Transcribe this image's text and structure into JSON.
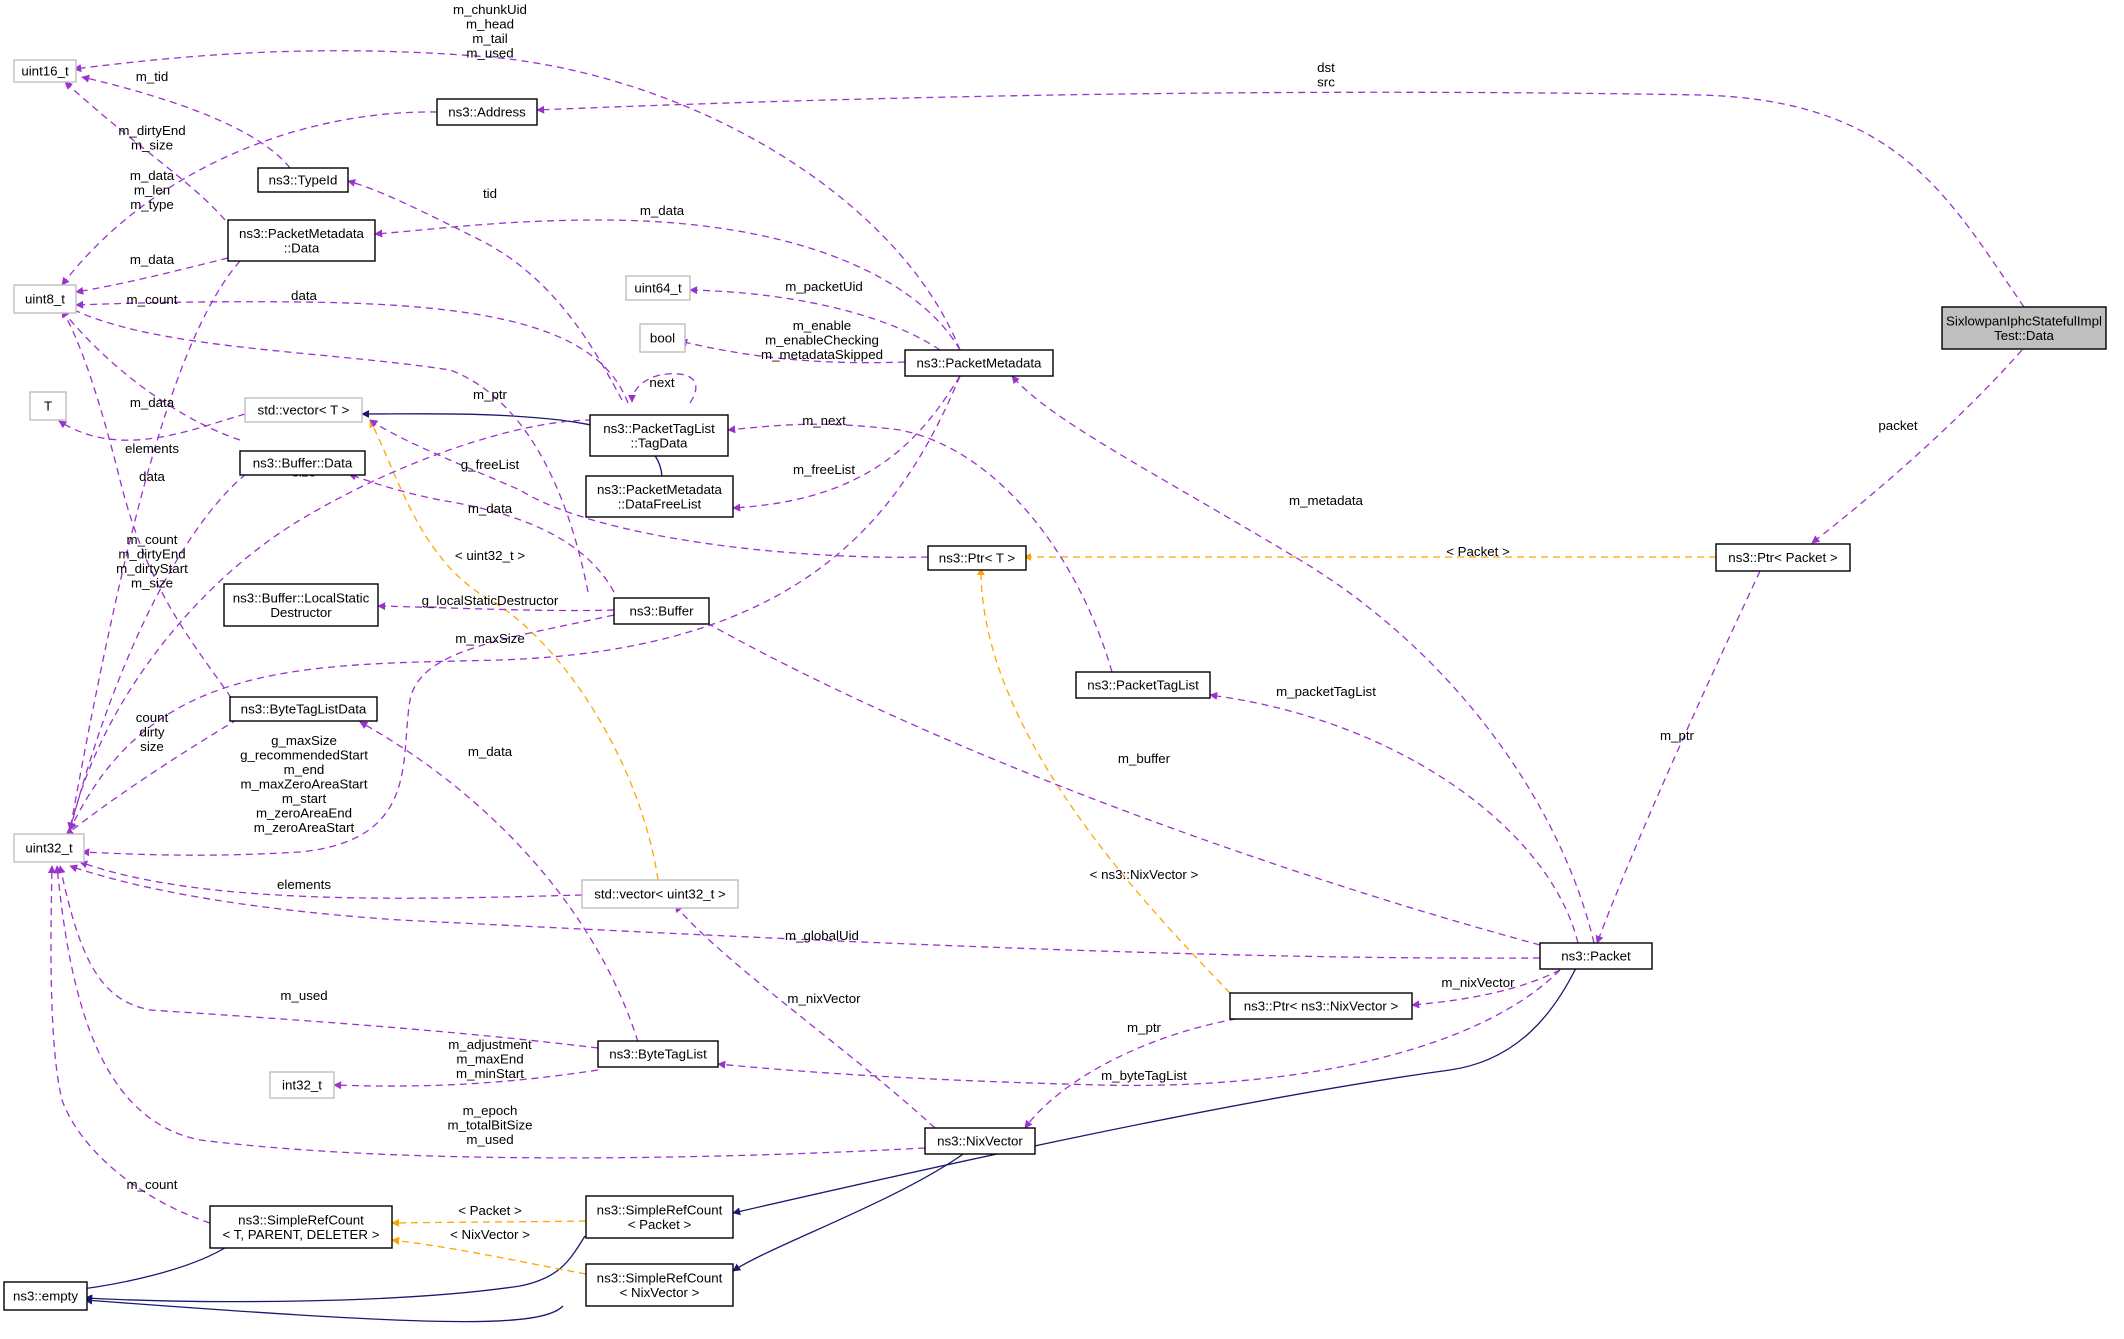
{
  "colors": {
    "usage_edge": "#9a32cd",
    "template_edge": "#ffa500",
    "inheritance_edge": "#191970",
    "focus_fill": "#bfbfbf",
    "bold_border": "#000000",
    "gray_border": "#bfbfbf"
  },
  "nodes": {
    "uint16_t": {
      "lines": [
        "uint16_t"
      ]
    },
    "address": {
      "lines": [
        "ns3::Address"
      ]
    },
    "typeid": {
      "lines": [
        "ns3::TypeId"
      ]
    },
    "pm_data": {
      "lines": [
        "ns3::PacketMetadata",
        "::Data"
      ]
    },
    "uint8_t": {
      "lines": [
        "uint8_t"
      ]
    },
    "T": {
      "lines": [
        "T"
      ]
    },
    "vector_T": {
      "lines": [
        "std::vector< T >"
      ]
    },
    "buffer_data": {
      "lines": [
        "ns3::Buffer::Data"
      ]
    },
    "lsd": {
      "lines": [
        "ns3::Buffer::LocalStatic",
        "Destructor"
      ]
    },
    "buffer": {
      "lines": [
        "ns3::Buffer"
      ]
    },
    "btld": {
      "lines": [
        "ns3::ByteTagListData"
      ]
    },
    "uint32_t": {
      "lines": [
        "uint32_t"
      ]
    },
    "uint64_t": {
      "lines": [
        "uint64_t"
      ]
    },
    "bool": {
      "lines": [
        "bool"
      ]
    },
    "ptl_tagdata": {
      "lines": [
        "ns3::PacketTagList",
        "::TagData"
      ]
    },
    "pm_dfl": {
      "lines": [
        "ns3::PacketMetadata",
        "::DataFreeList"
      ]
    },
    "pm": {
      "lines": [
        "ns3::PacketMetadata"
      ]
    },
    "focus": {
      "lines": [
        "SixlowpanIphcStatefulImpl",
        "Test::Data"
      ]
    },
    "ptr_T": {
      "lines": [
        "ns3::Ptr< T >"
      ]
    },
    "ptr_packet": {
      "lines": [
        "ns3::Ptr< Packet >"
      ]
    },
    "ptl": {
      "lines": [
        "ns3::PacketTagList"
      ]
    },
    "vector_u32": {
      "lines": [
        "std::vector< uint32_t >"
      ]
    },
    "packet": {
      "lines": [
        "ns3::Packet"
      ]
    },
    "ptr_nix": {
      "lines": [
        "ns3::Ptr< ns3::NixVector >"
      ]
    },
    "btl": {
      "lines": [
        "ns3::ByteTagList"
      ]
    },
    "int32_t": {
      "lines": [
        "int32_t"
      ]
    },
    "nixvector": {
      "lines": [
        "ns3::NixVector"
      ]
    },
    "src": {
      "lines": [
        "ns3::SimpleRefCount",
        "< T, PARENT, DELETER >"
      ]
    },
    "src_packet": {
      "lines": [
        "ns3::SimpleRefCount",
        "< Packet >"
      ]
    },
    "src_nix": {
      "lines": [
        "ns3::SimpleRefCount",
        "< NixVector >"
      ]
    },
    "empty": {
      "lines": [
        "ns3::empty"
      ]
    }
  },
  "edge_labels": {
    "pm_uint16": [
      "m_chunkUid",
      "m_head",
      "m_tail",
      "m_used"
    ],
    "focus_address": [
      "dst",
      "src"
    ],
    "typeid_uint16": [
      "m_tid"
    ],
    "pmdata_uint16": [
      "m_dirtyEnd",
      "m_size"
    ],
    "address_uint8": [
      "m_data",
      "m_len",
      "m_type"
    ],
    "tagdata_typeid": [
      "tid"
    ],
    "pm_pmdata": [
      "m_data"
    ],
    "pmdata_uint8": [
      "m_data"
    ],
    "pmdata_uint32": [
      "m_count"
    ],
    "tagdata_uint8": [
      "data"
    ],
    "pm_uint64": [
      "m_packetUid"
    ],
    "pm_bool": [
      "m_enable",
      "m_enableChecking",
      "m_metadataSkipped"
    ],
    "tagdata_next": [
      "next"
    ],
    "buffer_uint8": [
      "m_ptr"
    ],
    "bufferdata_uint8": [
      "m_data"
    ],
    "vectorT_T": [
      "elements"
    ],
    "btld_uint8": [
      "data"
    ],
    "ptl_tagdata": [
      "m_next"
    ],
    "pm_dfl": [
      "m_freeList"
    ],
    "ptrT_vector": [
      "g_freeList"
    ],
    "tagdata_uint32": [
      "count",
      "size"
    ],
    "buffer_bufferdata": [
      "m_data"
    ],
    "vectorU32_vectorT": [
      "< uint32_t >"
    ],
    "bufferdata_uint32": [
      "m_count",
      "m_dirtyEnd",
      "m_dirtyStart",
      "m_size"
    ],
    "buffer_lsd": [
      "g_localStaticDestructor"
    ],
    "pm_uint32": [
      "m_maxSize"
    ],
    "btld_uint32": [
      "count",
      "dirty",
      "size"
    ],
    "buffer_uint32": [
      "g_maxSize",
      "g_recommendedStart",
      "m_end",
      "m_maxZeroAreaStart",
      "m_start",
      "m_zeroAreaEnd",
      "m_zeroAreaStart"
    ],
    "btl_btld": [
      "m_data"
    ],
    "vectorU32_uint32": [
      "elements"
    ],
    "focus_ptrpacket": [
      "packet"
    ],
    "packet_pm": [
      "m_metadata"
    ],
    "ptrPacket_ptrT": [
      "< Packet >"
    ],
    "packet_ptl": [
      "m_packetTagList"
    ],
    "packet_buffer": [
      "m_buffer"
    ],
    "ptrpacket_packet": [
      "m_ptr"
    ],
    "ptrNix_ptrT": [
      "< ns3::NixVector >"
    ],
    "packet_uint32": [
      "m_globalUid"
    ],
    "nix_vectorU32": [
      "m_nixVector"
    ],
    "packet_ptrnix": [
      "m_nixVector"
    ],
    "btl_uint32": [
      "m_used"
    ],
    "btl_int32": [
      "m_adjustment",
      "m_maxEnd",
      "m_minStart"
    ],
    "ptrnix_nix": [
      "m_ptr"
    ],
    "packet_btl": [
      "m_byteTagList"
    ],
    "nix_uint32": [
      "m_epoch",
      "m_totalBitSize",
      "m_used"
    ],
    "src_uint32": [
      "m_count"
    ],
    "srcPacket_src": [
      "< Packet >"
    ],
    "srcNix_src": [
      "< NixVector >"
    ]
  }
}
